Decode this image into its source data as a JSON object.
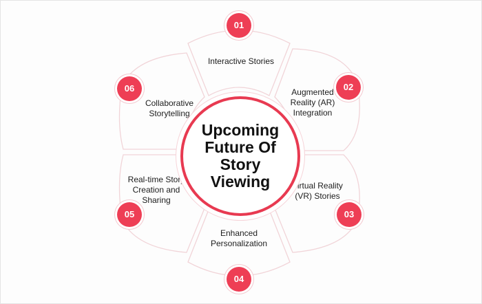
{
  "center": {
    "title": "Upcoming Future Of Story Viewing"
  },
  "accent_color": "#ee3e55",
  "items": [
    {
      "number": "01",
      "label": "Interactive Stories"
    },
    {
      "number": "02",
      "label": "Augmented Reality (AR) Integration"
    },
    {
      "number": "03",
      "label": "Virtual Reality (VR) Stories"
    },
    {
      "number": "04",
      "label": "Enhanced Personalization"
    },
    {
      "number": "05",
      "label": "Real-time Story Creation and Sharing"
    },
    {
      "number": "06",
      "label": "Collaborative Storytelling"
    }
  ]
}
